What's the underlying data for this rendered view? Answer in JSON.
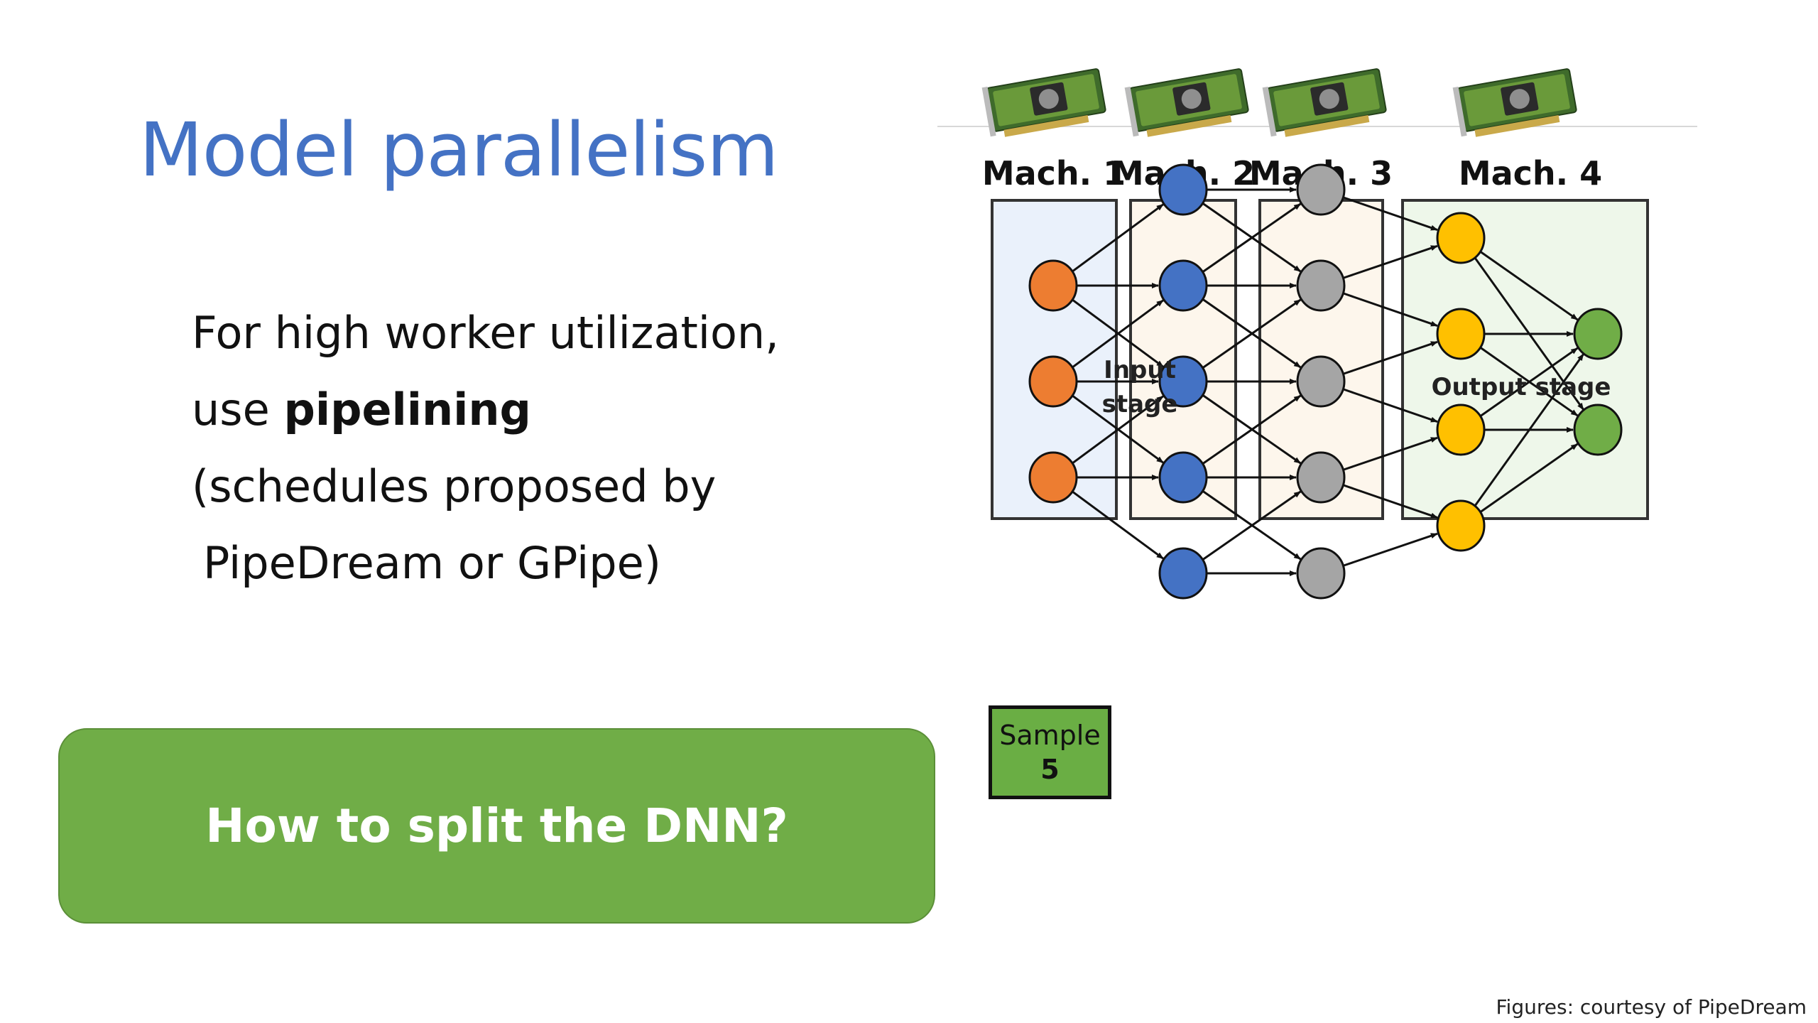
{
  "slide": {
    "title": "Model parallelism",
    "text": {
      "line1": "For high worker utilization,",
      "line2_prefix": "use ",
      "line2_bold": "pipelining",
      "line3": "(schedules proposed by",
      "line4": "PipeDream or GPipe)"
    },
    "question": "How to split the DNN?",
    "credit": "Figures: courtesy of PipeDream"
  },
  "diagram": {
    "machines": [
      "Mach. 1",
      "Mach. 2",
      "Mach. 3",
      "Mach. 4"
    ],
    "stage_labels": {
      "input_line1": "Input",
      "input_line2": "stage",
      "output": "Output stage"
    },
    "layers": [
      {
        "nodes": 3,
        "color": "#ed7d31"
      },
      {
        "nodes": 5,
        "color": "#4472c4"
      },
      {
        "nodes": 5,
        "color": "#a5a5a5"
      },
      {
        "nodes": 4,
        "color": "#ffc000"
      },
      {
        "nodes": 2,
        "color": "#70ad47"
      }
    ],
    "stage_fills": [
      "#eaf1fb",
      "#fdf6ec",
      "#fdf6ec",
      "#eef7ea"
    ],
    "gpu_icon": "gpu-card-icon"
  },
  "sample": {
    "label": "Sample",
    "number": "5"
  }
}
